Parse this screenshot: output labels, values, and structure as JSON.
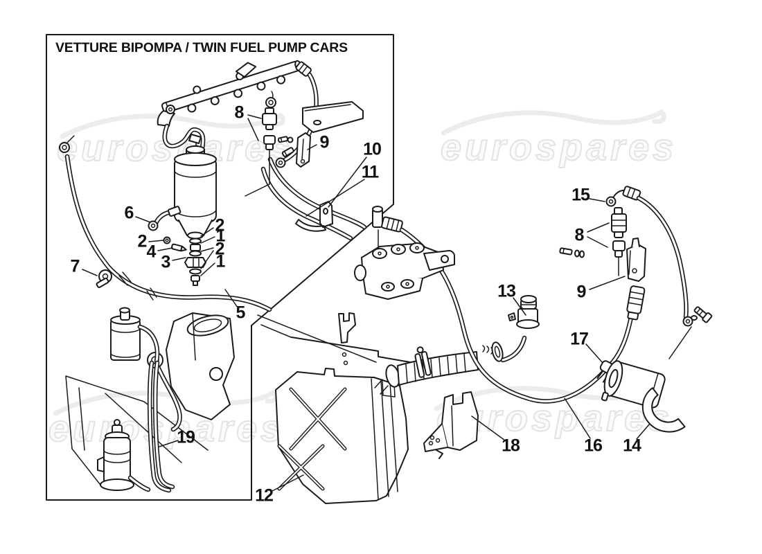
{
  "page": {
    "title": "VETTURE BIPOMPA / TWIN FUEL PUMP CARS",
    "watermark": "eurospares",
    "line_color": "#1a1a1a",
    "watermark_color": "#e3e3e3"
  },
  "callouts": [
    {
      "number": "8"
    },
    {
      "number": "9"
    },
    {
      "number": "10"
    },
    {
      "number": "11"
    },
    {
      "number": "6"
    },
    {
      "number": "2"
    },
    {
      "number": "1"
    },
    {
      "number": "2"
    },
    {
      "number": "1"
    },
    {
      "number": "2"
    },
    {
      "number": "4"
    },
    {
      "number": "3"
    },
    {
      "number": "7"
    },
    {
      "number": "5"
    },
    {
      "number": "19"
    },
    {
      "number": "12"
    },
    {
      "number": "13"
    },
    {
      "number": "15"
    },
    {
      "number": "8"
    },
    {
      "number": "9"
    },
    {
      "number": "17"
    },
    {
      "number": "18"
    },
    {
      "number": "16"
    },
    {
      "number": "14"
    }
  ]
}
